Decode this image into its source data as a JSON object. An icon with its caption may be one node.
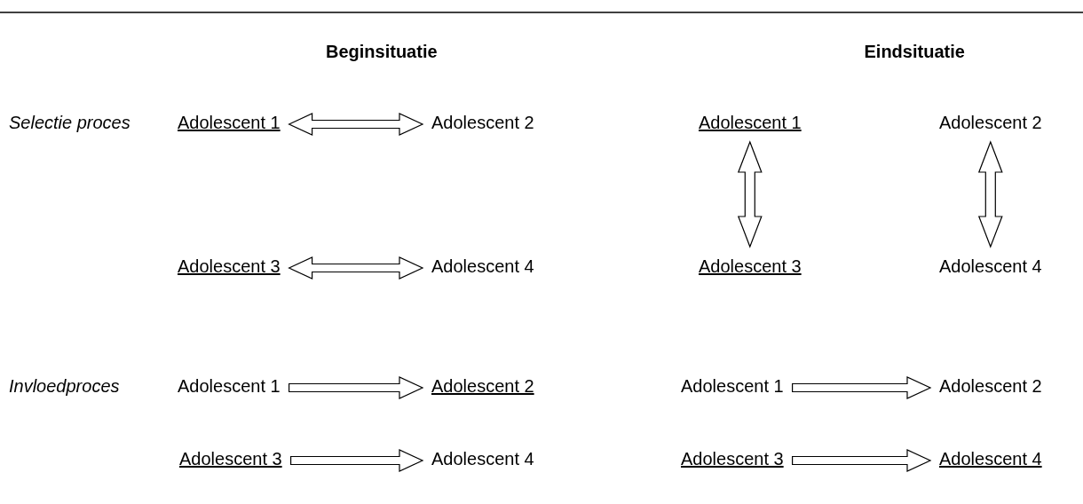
{
  "diagram": {
    "nodes": [
      {
        "text": [
          "Adolescent 1"
        ]
      },
      {
        "text": [
          "Adolescent 2"
        ]
      },
      {
        "text": [
          "Adolescent 1"
        ]
      },
      {
        "text": [
          "Adolescent 2"
        ]
      },
      {
        "text": [
          "Adolescent 3"
        ]
      },
      {
        "text": [
          "Adolescent 4"
        ]
      },
      {
        "text": [
          "Adolescent 3"
        ]
      },
      {
        "text": [
          "Adolescent 4"
        ]
      },
      {
        "text": [
          "Adolescent 1"
        ]
      },
      {
        "text": [
          "Adolescent 2"
        ]
      },
      {
        "text": [
          "Adolescent 1"
        ]
      },
      {
        "text": [
          "Adolescent 2"
        ]
      },
      {
        "text": [
          "Adolescent 3"
        ]
      },
      {
        "text": [
          "Adolescent 4"
        ]
      },
      {
        "text": [
          "Adolescent 3"
        ]
      },
      {
        "text": [
          "Adolescent 4"
        ]
      }
    ],
    "edges": [
      {
        "from": 0,
        "to": 1,
        "arrow": "both"
      },
      {
        "from": 2,
        "to": 6,
        "arrow": "both"
      },
      {
        "from": 3,
        "to": 7,
        "arrow": "both"
      },
      {
        "from": 4,
        "to": 5,
        "arrow": "both"
      },
      {
        "from": 8,
        "to": 9,
        "arrow": "to"
      },
      {
        "from": 10,
        "to": 11,
        "arrow": "to"
      },
      {
        "from": 12,
        "to": 13,
        "arrow": "to"
      },
      {
        "from": 14,
        "to": 15,
        "arrow": "to"
      }
    ],
    "labels": [
      "Beginsituatie",
      "Eindsituatie",
      "Selectie proces",
      "Invloedproces"
    ]
  }
}
